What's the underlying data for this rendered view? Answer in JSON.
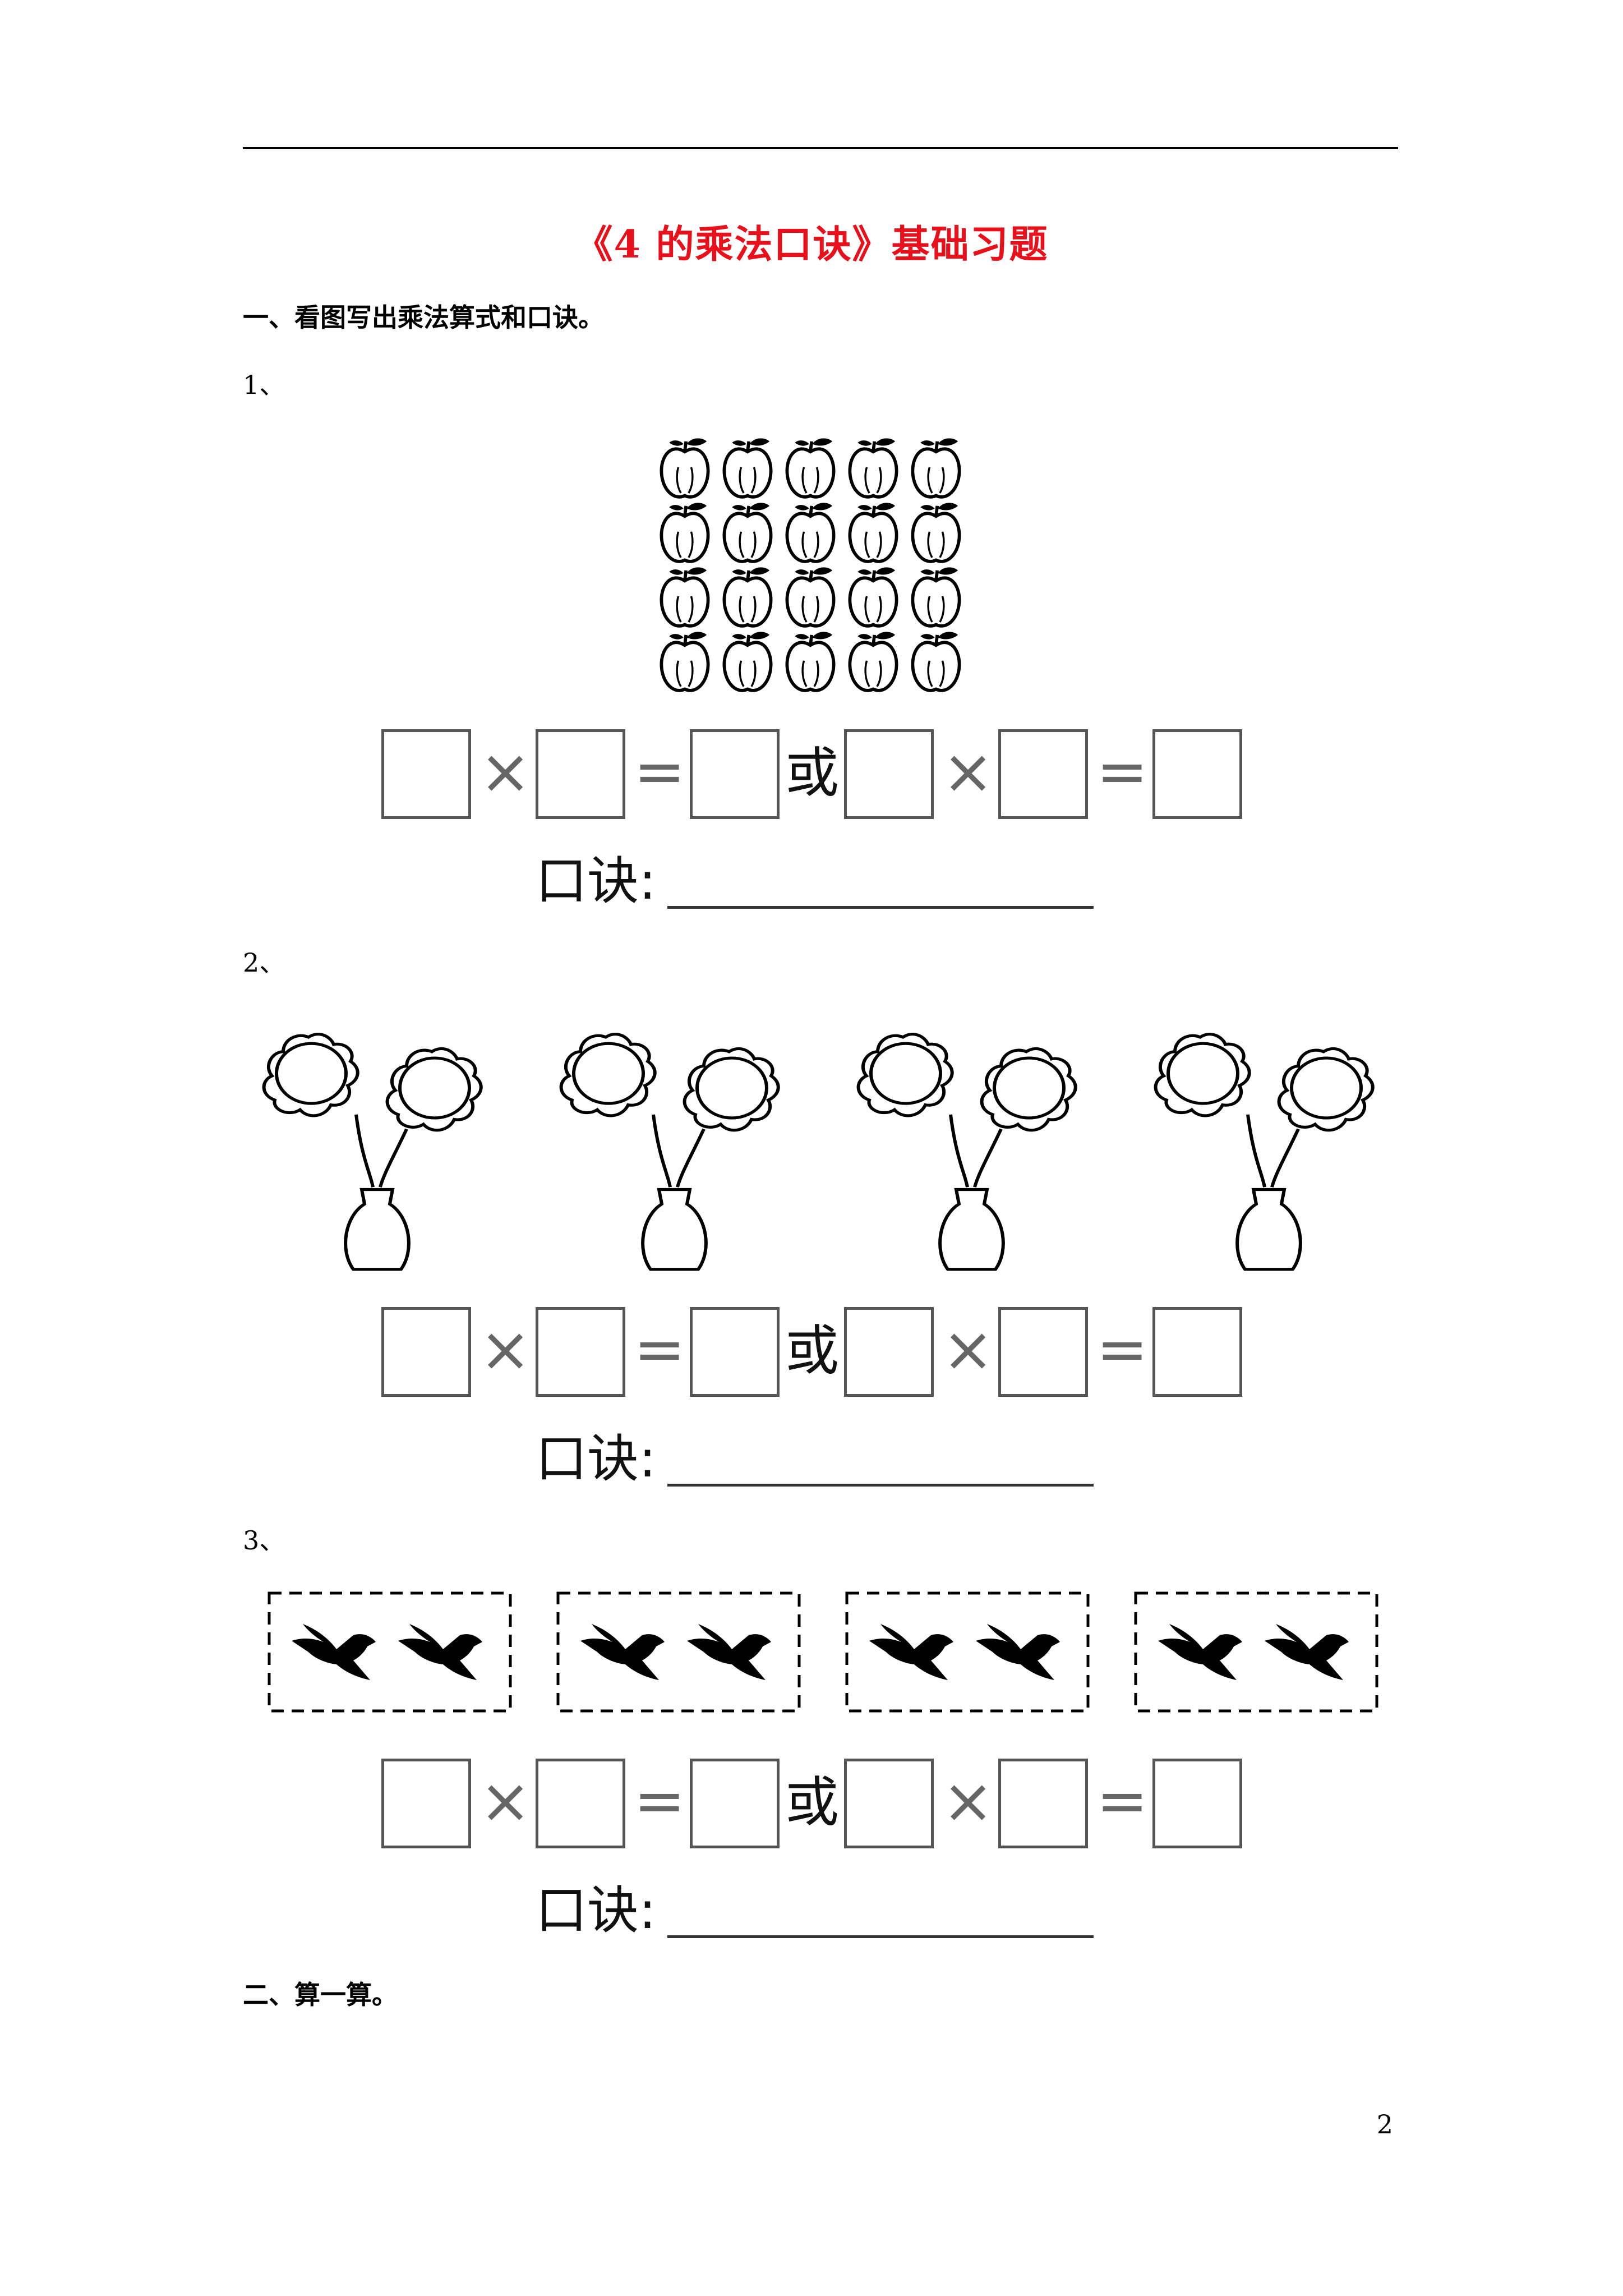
{
  "doc": {
    "title": "《4 的乘法口诀》基础习题",
    "page_number": "2"
  },
  "section1": {
    "heading": "一、看图写出乘法算式和口诀。",
    "questions": [
      {
        "number": "1、",
        "figure": "apple-grid-icon",
        "rows": 4,
        "columns": 5
      },
      {
        "number": "2、",
        "figure": "flower-vase-icon",
        "vases": 4,
        "flowers_per_vase": 2
      },
      {
        "number": "3、",
        "figure": "swallow-icon",
        "groups": 4,
        "birds_per_group": 2
      }
    ],
    "equation": {
      "times": "×",
      "equals": "=",
      "or": "或",
      "koujue_label": "口诀:"
    }
  },
  "section2": {
    "heading": "二、算一算。"
  },
  "colors": {
    "title": "#e8101a",
    "ink": "#000000"
  }
}
